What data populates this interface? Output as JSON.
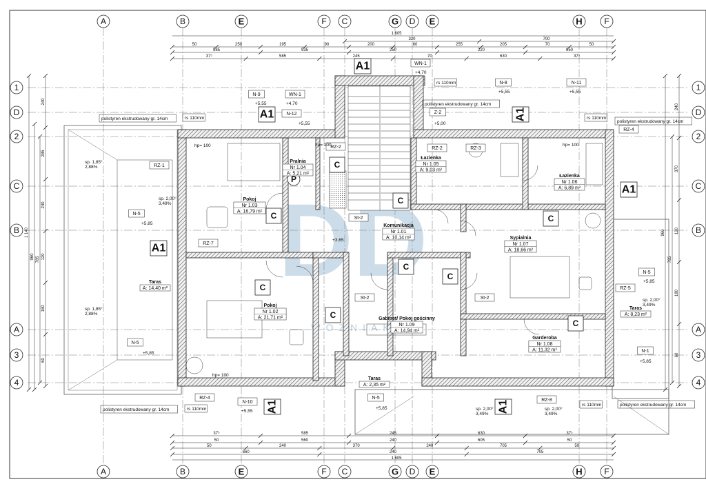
{
  "axes_top": [
    "A",
    "B",
    "E",
    "F",
    "C",
    "G",
    "D",
    "E",
    "H",
    "F"
  ],
  "axes_left": [
    "1",
    "D",
    "2",
    "C",
    "B",
    "A",
    "3",
    "4"
  ],
  "axes_right": [
    "1",
    "D",
    "2",
    "C",
    "B",
    "A",
    "3",
    "4"
  ],
  "dims_top_total": "1 605",
  "dims_top_r1": [
    "320",
    "700"
  ],
  "dims_top_r2": [
    "50",
    "250",
    "195",
    "90",
    "200",
    "60",
    "255",
    "205",
    "70",
    "50"
  ],
  "dims_top_r3": [
    "585",
    "535",
    "250",
    "220",
    "650"
  ],
  "dims_top_r4": [
    "37⁵",
    "585",
    "245",
    "70",
    "630",
    "37⁵"
  ],
  "dims_bottom_r1": [
    "37⁵",
    "585",
    "245",
    "630",
    "37⁵"
  ],
  "dims_bottom_r2": [
    "50",
    "560",
    "240",
    "605",
    "50"
  ],
  "dims_bottom_r3": [
    "50",
    "240",
    "370",
    "240",
    "705",
    "50"
  ],
  "dims_bottom_r4": [
    "660",
    "240",
    "705"
  ],
  "dims_bottom_total": "1 605",
  "dims_left": [
    "1 140",
    "960",
    "785",
    "240",
    "285",
    "240",
    "120",
    "180",
    "60"
  ],
  "dims_right": [
    "960",
    "785",
    "240",
    "370",
    "120",
    "180",
    "60"
  ],
  "rooms": [
    {
      "name": "Pokoj",
      "nr": "Nr 1.03",
      "area": "A: 16,79 m²"
    },
    {
      "name": "Pralnia",
      "nr": "Nr 1.04",
      "area": "A: 5,21 m²"
    },
    {
      "name": "Łazienka",
      "nr": "Nr 1.05",
      "area": "A: 9,03 m²"
    },
    {
      "name": "Łazienka",
      "nr": "Nr 1.06",
      "area": "A: 6,89 m²"
    },
    {
      "name": "Komunikacja",
      "nr": "Nr 1.01",
      "area": "A: 10,14 m²"
    },
    {
      "name": "Sypialnia",
      "nr": "Nr 1.07",
      "area": "A: 18,66 m²"
    },
    {
      "name": "Pokoj",
      "nr": "Nr 1.02",
      "area": "A: 21,71 m²"
    },
    {
      "name": "Gabinet/ Pokoj gościnny",
      "nr": "Nr 1.09",
      "area": "A: 14,94 m²"
    },
    {
      "name": "Garderoba",
      "nr": "Nr 1.08",
      "area": "A: 11,32 m²"
    }
  ],
  "terraces": [
    {
      "name": "Taras",
      "area": "A: 14,40 m²"
    },
    {
      "name": "Taras",
      "area": "A: 8,23 m²"
    },
    {
      "name": "Taras",
      "area": "A: 2,35 m²"
    }
  ],
  "section_marks": [
    "A1",
    "A1",
    "A1",
    "A1",
    "A1",
    "A1",
    "A1"
  ],
  "tags": [
    "N-9",
    "WN-1",
    "N-12",
    "N-8",
    "N-11",
    "WN-1",
    "N-5",
    "N-5",
    "N-5",
    "N-5",
    "N-1",
    "N-10",
    "RZ-1",
    "RZ-2",
    "RZ-2",
    "RZ-3",
    "RZ-4",
    "RZ-5",
    "RZ-7",
    "RZ-8",
    "RZ-4",
    "Z-2",
    "St-2",
    "St-2",
    "St-2"
  ],
  "notes": {
    "insulation": "polistyren ekstrudowany gr. 14cm",
    "rs": "rs 110mm",
    "elev_p555": "+5,55",
    "elev_p470": "+4,70",
    "elev_p500": "+5,00",
    "elev_p365": "+3,65",
    "elev_p585": "+5,85",
    "slope1": "sp. 1,85°\n2,88%",
    "slope2": "sp. 2,00°\n3,49%",
    "hp": "hp= 100"
  },
  "watermark": {
    "logo": "DD",
    "text": "WOŹNIAK"
  },
  "colors": {
    "wall": "#444444",
    "hatch": "#d9d9d9",
    "watermark": "#6f9fc2",
    "line": "#222222"
  }
}
